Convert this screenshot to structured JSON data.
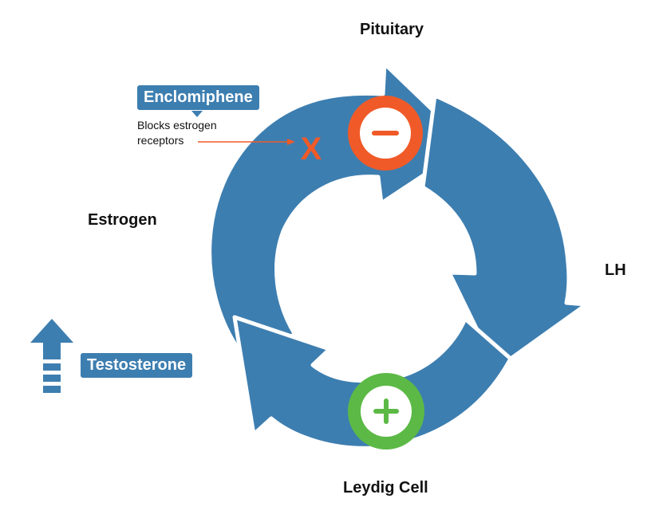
{
  "nodes": {
    "pituitary": "Pituitary",
    "lh": "LH",
    "leydig_cell": "Leydig Cell",
    "estrogen": "Estrogen"
  },
  "drug_tag": {
    "label": "Enclomiphene",
    "note_line1": "Blocks estrogen",
    "note_line2": "receptors",
    "block_mark": "X"
  },
  "testosterone_tag": {
    "label": "Testosterone",
    "trend_icon": "up-arrow-icon"
  },
  "feedback": {
    "negative": "minus-icon",
    "positive": "plus-icon"
  },
  "colors": {
    "cycle_blue": "#3d7eb0",
    "inhibit_red": "#f05a28",
    "stimulate_green": "#5cb946",
    "text": "#111111"
  }
}
